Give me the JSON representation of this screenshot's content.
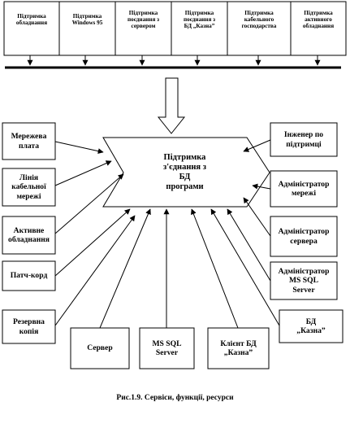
{
  "top_row": [
    "Підтримка\nобладнання",
    "Підтримка\nWindows 95",
    "Підтримка\nпоєднання з\nсервером",
    "Підтримка\nпоєднання з\nБД „Казна”",
    "Підтримка\nкабельного\nгосподарства",
    "Підтримка\nактивного\nобладнання"
  ],
  "center_label": "Підтримка\nз'єднання з\nБД\nпрограми",
  "left_inputs": [
    "Мережева\nплата",
    "Лінія\nкабельної\nмережі",
    "Активне\nобладнання",
    "Патч-корд",
    "Резервна\nкопія"
  ],
  "bottom_inputs": [
    "Сервер",
    "MS SQL\nServer",
    "Клієнт БД\n„Казна”"
  ],
  "right_inputs": [
    "Інженер по\nпідтримці",
    "Адміністратор\nмережі",
    "Адміністратор\nсервера",
    "Адміністратор\nMS SQL\nServer",
    "БД\n„Казна”"
  ],
  "caption": "Рис.1.9.  Сервіси,  функції,  ресурси"
}
